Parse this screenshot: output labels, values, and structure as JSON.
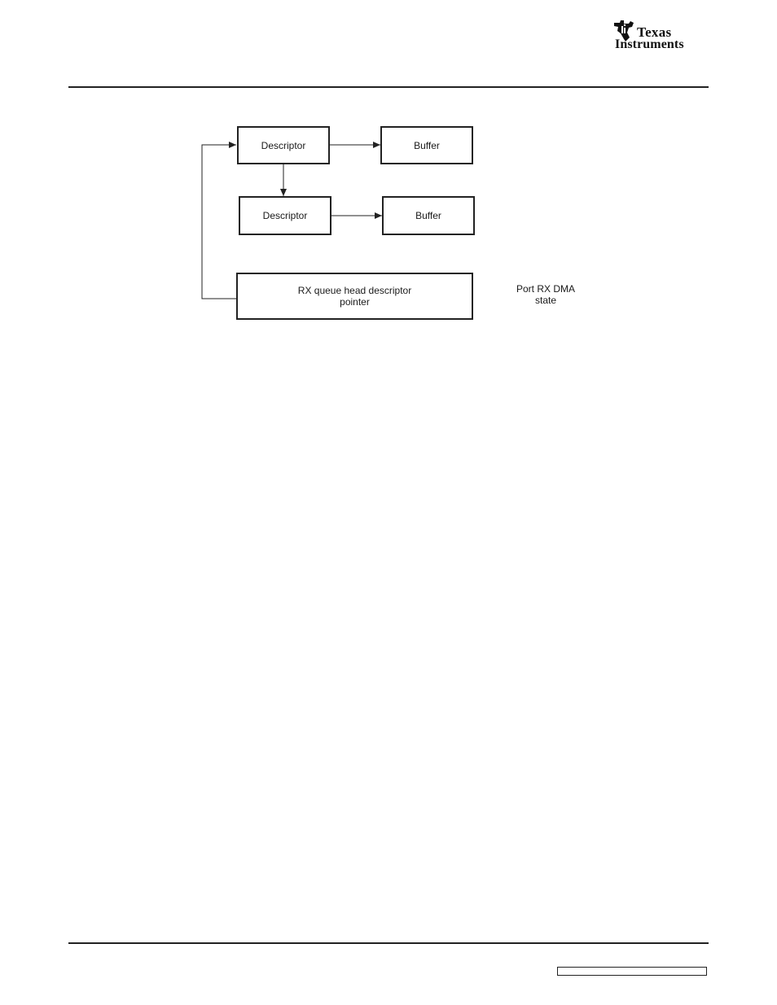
{
  "header": {
    "logo_line1": "Texas",
    "logo_line2": "Instruments"
  },
  "diagram": {
    "descriptor_1": "Descriptor",
    "buffer_1": "Buffer",
    "descriptor_2": "Descriptor",
    "buffer_2": "Buffer",
    "head_pointer_line1": "RX queue head descriptor",
    "head_pointer_line2": "pointer",
    "state_label_line1": "Port RX DMA",
    "state_label_line2": "state"
  }
}
